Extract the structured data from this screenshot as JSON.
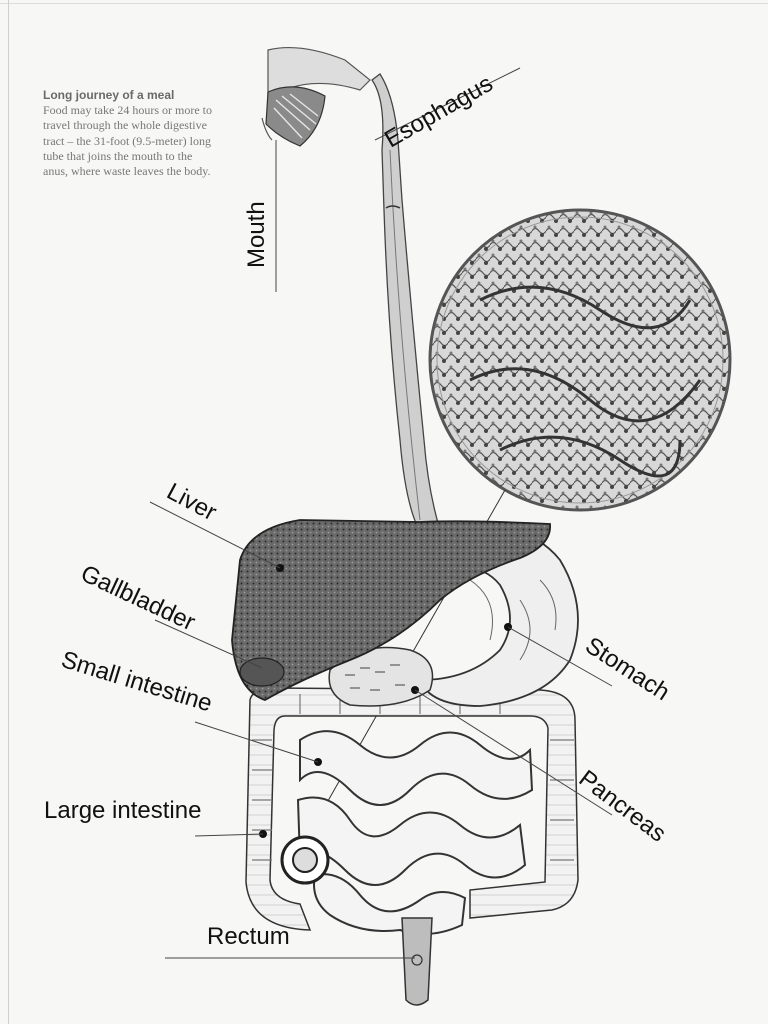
{
  "caption": {
    "title": "Long journey of a meal",
    "body": "Food may take 24 hours or more to travel through the whole digestive tract – the 31-foot (9.5-meter) long tube that joins the mouth to the anus, where waste leaves the body."
  },
  "labels": {
    "mouth": "Mouth",
    "esophagus": "Esophagus",
    "liver": "Liver",
    "gallbladder": "Gallbladder",
    "small_intestine": "Small intestine",
    "large_intestine": "Large intestine",
    "rectum": "Rectum",
    "stomach": "Stomach",
    "pancreas": "Pancreas"
  },
  "colors": {
    "ink": "#111111",
    "organ_dark": "#3a3a3a",
    "organ_mid": "#8a8a8a",
    "paper": "#f7f7f5"
  }
}
